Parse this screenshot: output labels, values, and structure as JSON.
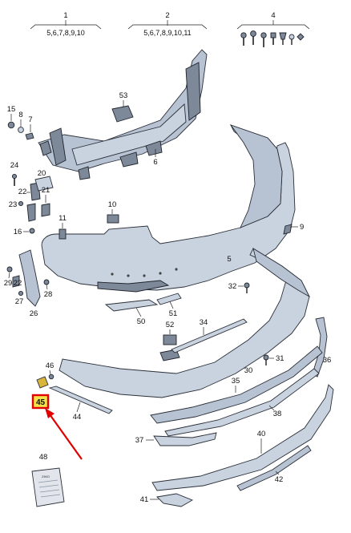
{
  "groups": [
    {
      "number": "1",
      "members": "5,6,7,8,9,10"
    },
    {
      "number": "2",
      "members": "5,6,7,8,9,10,11"
    },
    {
      "number": "4",
      "members": ""
    }
  ],
  "callouts": {
    "c5": "5",
    "c6": "6",
    "c7": "7",
    "c8": "8",
    "c9": "9",
    "c10": "10",
    "c11": "11",
    "c15": "15",
    "c16": "16",
    "c20": "20",
    "c21": "21",
    "c22": "22",
    "c23": "23",
    "c24": "24",
    "c26": "26",
    "c27": "27",
    "c28": "28",
    "c29": "29",
    "c30": "30",
    "c31": "31",
    "c32": "32",
    "c34": "34",
    "c35": "35",
    "c36": "36",
    "c37": "37",
    "c38": "38",
    "c40": "40",
    "c41": "41",
    "c42": "42",
    "c44": "44",
    "c45": "45",
    "c46": "46",
    "c48": "48",
    "c50": "50",
    "c51": "51",
    "c52": "52",
    "c53": "53"
  },
  "highlight": {
    "part": "45",
    "box_color": "#e00000",
    "arrow_color": "#e00000"
  },
  "colors": {
    "part": "#c9d3e0",
    "outline": "#2a2f38",
    "dark": "#7d8898"
  },
  "label_card": "ZIMO"
}
